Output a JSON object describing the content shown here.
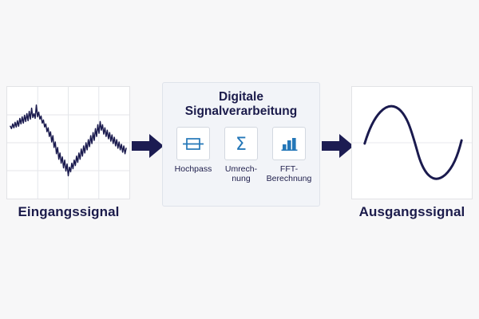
{
  "colors": {
    "background": "#f7f7f8",
    "panel_bg": "#ffffff",
    "panel_border": "#e2e3e6",
    "grid_line": "#e4e6ea",
    "signal_stroke": "#1a1a4e",
    "arrow_fill": "#1c1c52",
    "process_box_bg": "#f2f4f8",
    "process_box_border": "#dfe3ea",
    "icon_blue": "#2477b8",
    "text_navy": "#1b1b4b"
  },
  "input": {
    "caption": "Eingangssignal",
    "grid_cols": 4,
    "grid_rows": 4
  },
  "output": {
    "caption": "Ausgangssignal",
    "grid_cols": 1,
    "grid_rows": 2
  },
  "arrows": {
    "left_name": "arrow-right-icon",
    "right_name": "arrow-right-icon"
  },
  "processing": {
    "title_line1": "Digitale",
    "title_line2": "Signalverarbeitung",
    "modules": [
      {
        "icon": "highpass-filter-icon",
        "label_line1": "Hochpass",
        "label_line2": ""
      },
      {
        "icon": "sigma-sum-icon",
        "label_line1": "Umrech-",
        "label_line2": "nung"
      },
      {
        "icon": "bar-chart-icon",
        "label_line1": "FFT-",
        "label_line2": "Berechnung"
      }
    ]
  },
  "chart_data": [
    {
      "type": "line",
      "name": "input-signal",
      "title": "Eingangssignal",
      "xlabel": "",
      "ylabel": "",
      "grid": true,
      "xlim": [
        0,
        100
      ],
      "ylim": [
        -1,
        1
      ],
      "description": "Noisy random-walk waveform with high-frequency noise riding on a slow drift",
      "x": [
        0,
        1,
        2,
        3,
        4,
        5,
        6,
        7,
        8,
        9,
        10,
        11,
        12,
        13,
        14,
        15,
        16,
        17,
        18,
        19,
        20,
        21,
        22,
        23,
        24,
        25,
        26,
        27,
        28,
        29,
        30,
        31,
        32,
        33,
        34,
        35,
        36,
        37,
        38,
        39,
        40,
        41,
        42,
        43,
        44,
        45,
        46,
        47,
        48,
        49,
        50,
        51,
        52,
        53,
        54,
        55,
        56,
        57,
        58,
        59,
        60,
        61,
        62,
        63,
        64,
        65,
        66,
        67,
        68,
        69,
        70,
        71,
        72,
        73,
        74,
        75,
        76,
        77,
        78,
        79,
        80,
        81,
        82,
        83,
        84,
        85,
        86,
        87,
        88,
        89,
        90,
        91,
        92,
        93,
        94,
        95,
        96,
        97,
        98,
        99,
        100
      ],
      "values": [
        0.3,
        0.26,
        0.34,
        0.28,
        0.37,
        0.31,
        0.4,
        0.33,
        0.44,
        0.38,
        0.47,
        0.4,
        0.49,
        0.43,
        0.52,
        0.45,
        0.54,
        0.47,
        0.58,
        0.5,
        0.62,
        0.53,
        0.57,
        0.5,
        0.66,
        0.54,
        0.6,
        0.5,
        0.55,
        0.44,
        0.48,
        0.38,
        0.42,
        0.3,
        0.34,
        0.2,
        0.26,
        0.1,
        0.18,
        0.0,
        0.08,
        -0.12,
        -0.02,
        -0.24,
        -0.1,
        -0.3,
        -0.16,
        -0.36,
        -0.22,
        -0.42,
        -0.26,
        -0.46,
        -0.3,
        -0.52,
        -0.34,
        -0.44,
        -0.26,
        -0.38,
        -0.22,
        -0.34,
        -0.16,
        -0.28,
        -0.1,
        -0.22,
        -0.04,
        -0.16,
        0.02,
        -0.1,
        0.06,
        -0.04,
        0.12,
        0.02,
        0.18,
        0.08,
        0.24,
        0.14,
        0.3,
        0.18,
        0.36,
        0.24,
        0.42,
        0.28,
        0.46,
        0.32,
        0.4,
        0.26,
        0.36,
        0.22,
        0.32,
        0.18,
        0.28,
        0.14,
        0.24,
        0.1,
        0.2,
        0.06,
        0.16,
        0.02,
        0.12,
        -0.02,
        0.08
      ]
    },
    {
      "type": "line",
      "name": "output-signal",
      "title": "Ausgangssignal",
      "xlabel": "",
      "ylabel": "",
      "grid": false,
      "xlim": [
        0,
        100
      ],
      "ylim": [
        -1,
        1
      ],
      "description": "Clean single-cycle sine wave, one positive hump followed by one negative trough",
      "x": [
        0,
        5,
        10,
        15,
        20,
        25,
        30,
        35,
        40,
        45,
        50,
        55,
        60,
        65,
        70,
        75,
        80,
        85,
        90,
        95,
        100
      ],
      "values": [
        0.0,
        0.31,
        0.59,
        0.81,
        0.95,
        1.0,
        0.95,
        0.81,
        0.59,
        0.31,
        0.0,
        -0.31,
        -0.59,
        -0.81,
        -0.95,
        -1.0,
        -0.95,
        -0.81,
        -0.59,
        -0.31,
        0.05
      ]
    },
    {
      "type": "bar",
      "name": "fft-icon-bars",
      "title": "",
      "categories": [
        "1",
        "2",
        "3"
      ],
      "values": [
        0.45,
        0.8,
        1.0
      ],
      "xlabel": "",
      "ylabel": "",
      "ylim": [
        0,
        1
      ]
    }
  ]
}
